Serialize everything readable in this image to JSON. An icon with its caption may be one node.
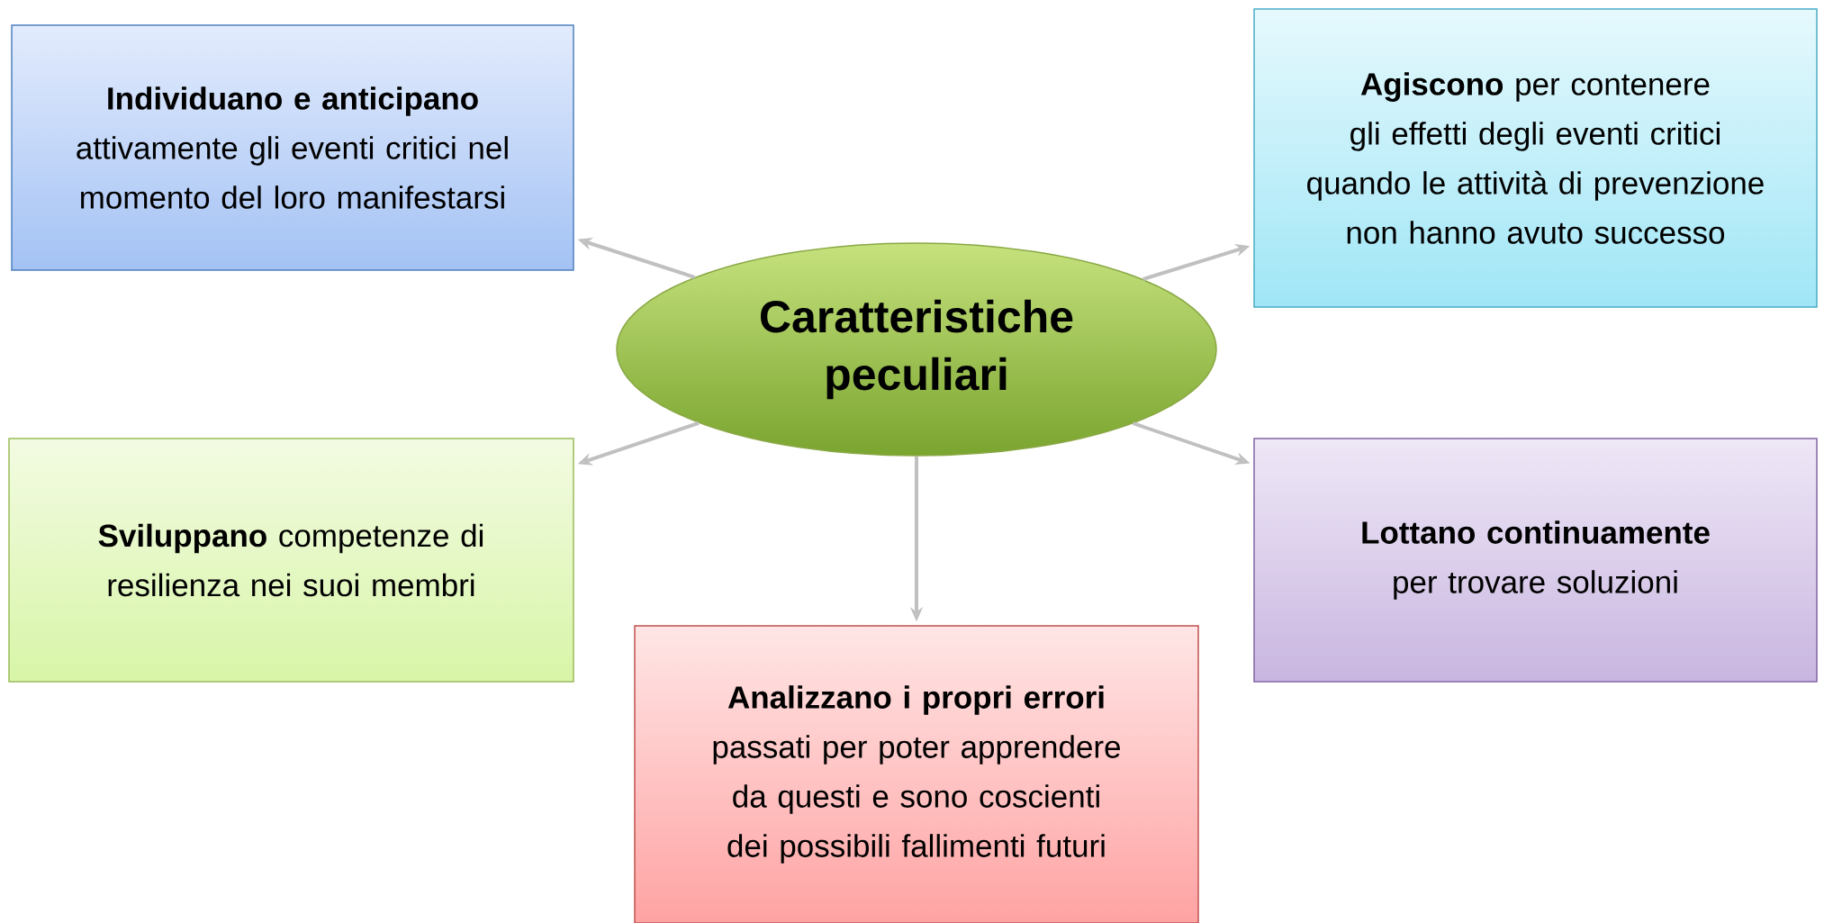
{
  "diagram": {
    "nodes": [
      {
        "text": [
          "Caratteristiche peculiari"
        ]
      },
      {
        "text": [
          "**Individuano e anticipano** attivamente gli eventi critici nel momento del loro manifestarsi"
        ]
      },
      {
        "text": [
          "**Agiscono** per contenere gli effetti degli eventi critici quando le attività di prevenzione non hanno avuto successo"
        ]
      },
      {
        "text": [
          "**Sviluppano** competenze di resilienza nei suoi membri"
        ]
      },
      {
        "text": [
          "**Lottano continuamente** per trovare soluzioni"
        ]
      },
      {
        "text": [
          "**Analizzano i propri errori** passati per poter apprendere da questi e sono coscienti dei possibili fallimenti futuri"
        ]
      }
    ],
    "edges": [
      {
        "from": 0,
        "to": 1,
        "arrow": "to"
      },
      {
        "from": 0,
        "to": 2,
        "arrow": "to"
      },
      {
        "from": 0,
        "to": 3,
        "arrow": "to"
      },
      {
        "from": 0,
        "to": 4,
        "arrow": "to"
      },
      {
        "from": 0,
        "to": 5,
        "arrow": "to"
      }
    ]
  }
}
